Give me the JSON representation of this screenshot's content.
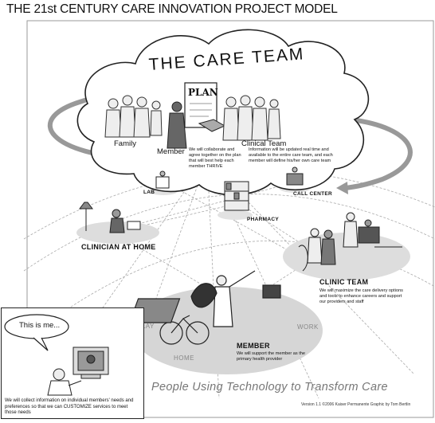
{
  "title": "THE 21st CENTURY CARE INNOVATION PROJECT MODEL",
  "care_team": {
    "heading": "THE CARE TEAM",
    "plan_label": "PLAN",
    "family_label": "Family",
    "member_label": "Member",
    "clinical_team_label": "Clinical Team",
    "collaborate_text": "We will collaborate and agree together on the plan that will best help each member THRIVE",
    "information_text": "Information will be updated real time and available to the entire care team, and each member will define his/her own care team"
  },
  "locations": {
    "lab": "LAB",
    "call_center": "CALL CENTER",
    "pharmacy": "PHARMACY",
    "clinician_at_home": "CLINICIAN AT HOME",
    "clinic_team": "CLINIC TEAM",
    "clinic_team_text": "We will maximize the care delivery options and tools to enhance careers and support our providers and staff",
    "member": "MEMBER",
    "member_text": "We will support the member as the primary health provider"
  },
  "ground": {
    "play": "PLAY",
    "home": "HOME",
    "work": "WORK"
  },
  "inset": {
    "speech": "This is me...",
    "text": "We will collect information on individual members' needs and preferences so that we can CUSTOMIZE services to meet those needs"
  },
  "tagline": "People Using Technology to Transform Care",
  "credit": "Version 1.1   ©2006 Kaiser Permanente   Graphic by Tom Bertlin"
}
